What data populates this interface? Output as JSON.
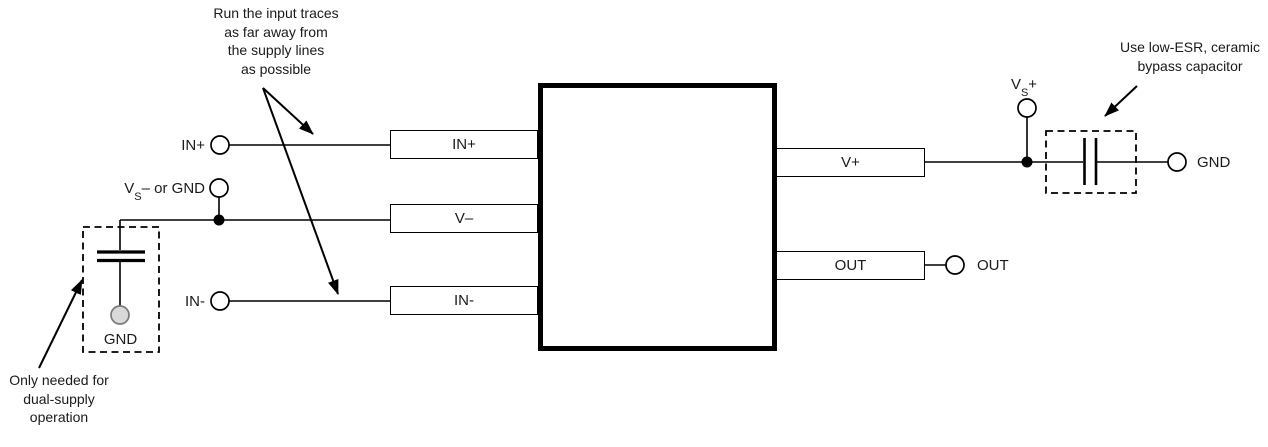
{
  "notes": {
    "input_traces": [
      "Run the input traces",
      "as far away from",
      "the supply lines",
      "as possible"
    ],
    "bypass": [
      "Use low-ESR, ceramic",
      "bypass capacitor"
    ],
    "dual_supply": [
      "Only needed for",
      "dual-supply",
      "operation"
    ]
  },
  "terminals": {
    "in_plus": "IN+",
    "vs_minus_v": "V",
    "vs_minus_sub": "S",
    "vs_minus_rest": "– or GND",
    "in_minus": "IN-",
    "gnd_left": "GND",
    "vs_plus_v": "V",
    "vs_plus_sub": "S",
    "vs_plus_rest": "+",
    "gnd_right": "GND",
    "out": "OUT"
  },
  "pads": {
    "in_plus": "IN+",
    "v_minus": "V–",
    "in_minus": "IN-",
    "v_plus": "V+",
    "out": "OUT"
  },
  "colors": {
    "line": "#000000",
    "text": "#1a1a1a",
    "gnd_pad_fill": "#d9d9d9",
    "gnd_pad_stroke": "#7a7a7a"
  }
}
